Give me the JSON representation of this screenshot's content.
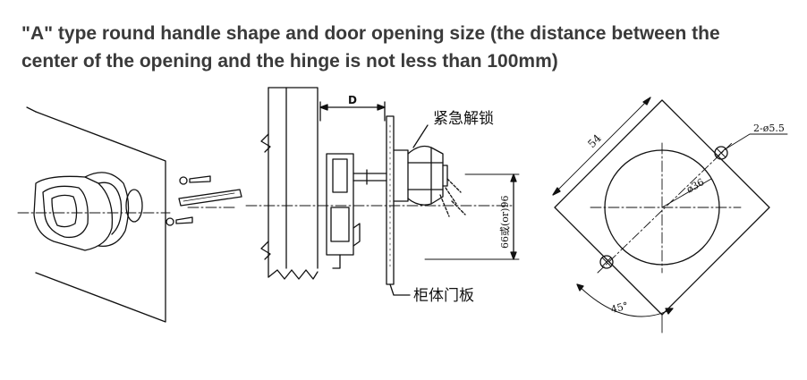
{
  "caption": {
    "line1": "\"A\" type round handle shape and door opening size (the distance between the",
    "line2": "center of the opening and the hinge is not less than 100mm)"
  },
  "labels": {
    "dimension_d": "D",
    "emergency_unlock": "紧急解锁",
    "cabinet_door_panel": "柜体门板",
    "vertical_dimension": "66或(or)96",
    "square_side": "54",
    "diameter_36": "ø36",
    "holes": "2-ø5.5",
    "angle": "45°"
  }
}
